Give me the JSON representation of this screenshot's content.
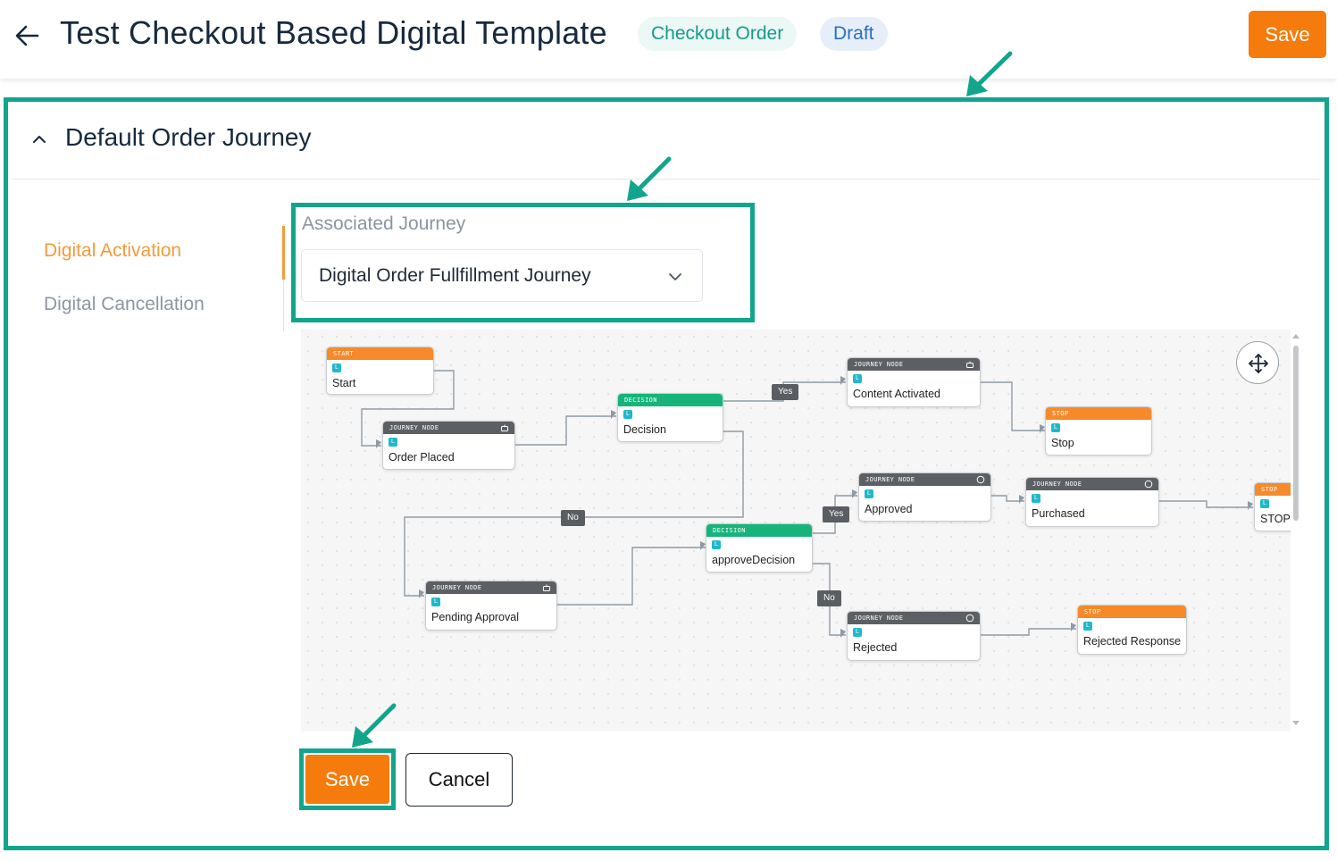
{
  "header": {
    "title": "Test Checkout Based Digital Template",
    "type_badge": "Checkout Order",
    "status_badge": "Draft",
    "save_label": "Save"
  },
  "section": {
    "title": "Default Order Journey"
  },
  "sidebar": {
    "items": [
      {
        "label": "Digital Activation",
        "active": true
      },
      {
        "label": "Digital Cancellation",
        "active": false
      }
    ]
  },
  "journey_field": {
    "label": "Associated Journey",
    "value": "Digital Order Fullfillment Journey"
  },
  "flow": {
    "tag": "L",
    "nodes": {
      "start": {
        "head": "START",
        "label": "Start"
      },
      "order_placed": {
        "head": "JOURNEY NODE",
        "label": "Order Placed"
      },
      "decision": {
        "head": "DECISION",
        "label": "Decision"
      },
      "content_activated": {
        "head": "JOURNEY NODE",
        "label": "Content Activated"
      },
      "stop_1": {
        "head": "STOP",
        "label": "Stop"
      },
      "approved": {
        "head": "JOURNEY NODE",
        "label": "Approved"
      },
      "purchased": {
        "head": "JOURNEY NODE",
        "label": "Purchased"
      },
      "stop_2": {
        "head": "STOP",
        "label": "STOP"
      },
      "approve_decision": {
        "head": "DECISION",
        "label": "approveDecision"
      },
      "pending_approval": {
        "head": "JOURNEY NODE",
        "label": "Pending Approval"
      },
      "rejected": {
        "head": "JOURNEY NODE",
        "label": "Rejected"
      },
      "rejected_response": {
        "head": "STOP",
        "label": "Rejected Response"
      }
    },
    "edge_labels": {
      "decision_yes": "Yes",
      "decision_no": "No",
      "approve_yes": "Yes",
      "approve_no": "No"
    }
  },
  "actions": {
    "save_label": "Save",
    "cancel_label": "Cancel"
  },
  "colors": {
    "accent": "#f57c0c",
    "highlight": "#12a58c",
    "decision": "#16b47a",
    "journey_node": "#5c5f63"
  }
}
